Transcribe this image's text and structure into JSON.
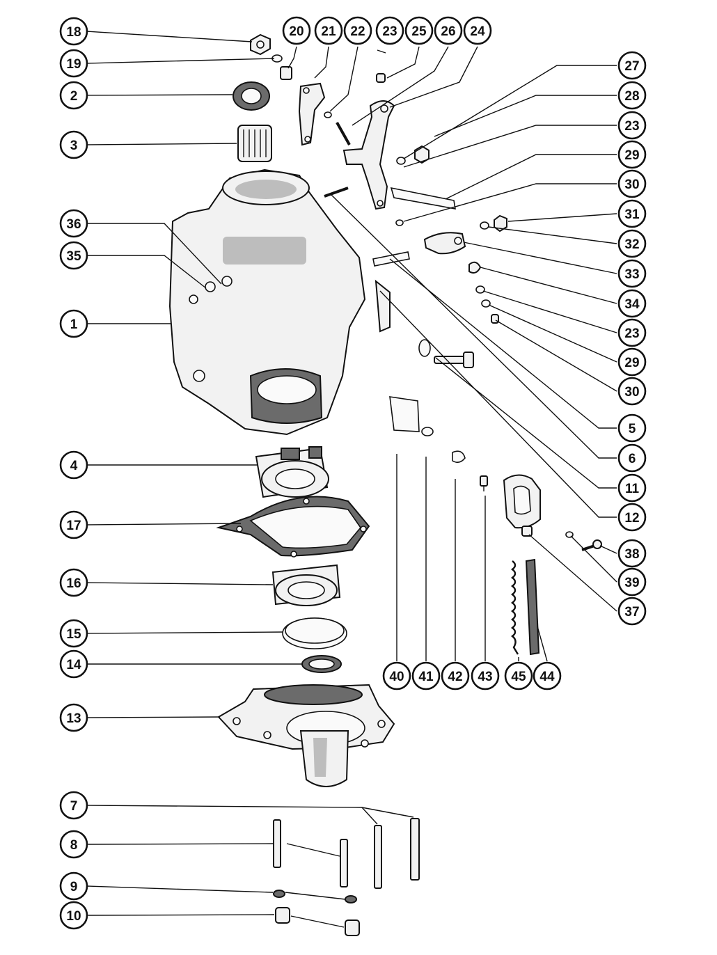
{
  "callouts": {
    "c18": "18",
    "c19": "19",
    "c2": "2",
    "c3": "3",
    "c20": "20",
    "c21": "21",
    "c22": "22",
    "c23a": "23",
    "c25": "25",
    "c26": "26",
    "c24": "24",
    "c27": "27",
    "c28": "28",
    "c23b": "23",
    "c29a": "29",
    "c30a": "30",
    "c31": "31",
    "c32": "32",
    "c33": "33",
    "c34": "34",
    "c23c": "23",
    "c29b": "29",
    "c30b": "30",
    "c5": "5",
    "c6": "6",
    "c11": "11",
    "c12": "12",
    "c38": "38",
    "c39": "39",
    "c37": "37",
    "c36": "36",
    "c35": "35",
    "c1": "1",
    "c4": "4",
    "c17": "17",
    "c16": "16",
    "c15": "15",
    "c14": "14",
    "c13": "13",
    "c7": "7",
    "c8": "8",
    "c9": "9",
    "c10": "10",
    "c40": "40",
    "c41": "41",
    "c42": "42",
    "c43": "43",
    "c45": "45",
    "c44": "44"
  },
  "colors": {
    "ink": "#111111",
    "paper": "#ffffff",
    "shade": "#bdbdbd"
  }
}
